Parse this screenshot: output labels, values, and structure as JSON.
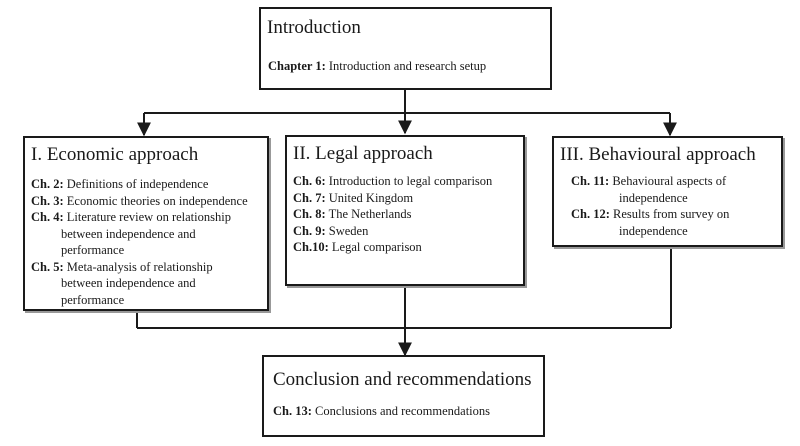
{
  "intro": {
    "title": "Introduction",
    "chapters": [
      {
        "label": "Chapter 1:",
        "text": "Introduction and research setup"
      }
    ]
  },
  "economic": {
    "title": "I. Economic approach",
    "lines": [
      {
        "label": "Ch. 2:",
        "text": "Definitions of independence"
      },
      {
        "label": "Ch. 3:",
        "text": "Economic theories on independence"
      },
      {
        "label": "Ch. 4:",
        "text": "Literature review on relationship"
      },
      {
        "label": "",
        "text": "between independence and"
      },
      {
        "label": "",
        "text": "performance"
      },
      {
        "label": "Ch. 5:",
        "text": "Meta-analysis of relationship"
      },
      {
        "label": "",
        "text": "between independence and"
      },
      {
        "label": "",
        "text": "performance"
      }
    ]
  },
  "legal": {
    "title": "II.  Legal approach",
    "lines": [
      {
        "label": "Ch. 6:",
        "text": "Introduction to legal comparison"
      },
      {
        "label": "Ch. 7:",
        "text": "United Kingdom"
      },
      {
        "label": "Ch. 8:",
        "text": "The Netherlands"
      },
      {
        "label": "Ch. 9:",
        "text": "Sweden"
      },
      {
        "label": "Ch.10:",
        "text": "Legal comparison"
      }
    ]
  },
  "behavioural": {
    "title": "III. Behavioural approach",
    "lines": [
      {
        "label": "Ch. 11:",
        "text": "Behavioural aspects of"
      },
      {
        "label": "",
        "text": "independence"
      },
      {
        "label": "Ch. 12:",
        "text": "Results from survey on"
      },
      {
        "label": "",
        "text": "independence"
      }
    ]
  },
  "conclusion": {
    "title": "Conclusion and recommendations",
    "chapters": [
      {
        "label": "Ch. 13:",
        "text": "Conclusions and recommendations"
      }
    ]
  },
  "colors": {
    "stroke": "#1a1a1a",
    "background": "#ffffff",
    "shadow": "#999999"
  }
}
